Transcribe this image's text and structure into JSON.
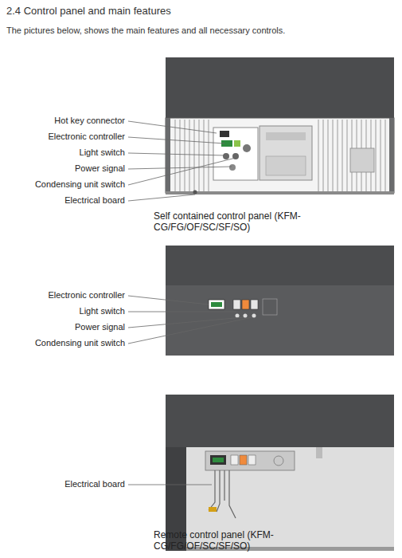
{
  "diagram": {
    "title": "2.4 Control panel and main features",
    "labels": [
      "The pictures below, shows the main features and all necessary controls.",
      "Hot key connector",
      "Electronic controller",
      "Light switch",
      "Power signal",
      "Condensing unit switch",
      "Electrical board",
      "Self contained control panel (KFM-CG/FG/OF/SC/SF/SO)",
      "Electronic controller",
      "Light switch",
      "Power signal",
      "Condensing unit switch",
      "Electrical board",
      "Remote control panel (KFM-CG/FG/OF/SC/SF/SO)"
    ]
  }
}
